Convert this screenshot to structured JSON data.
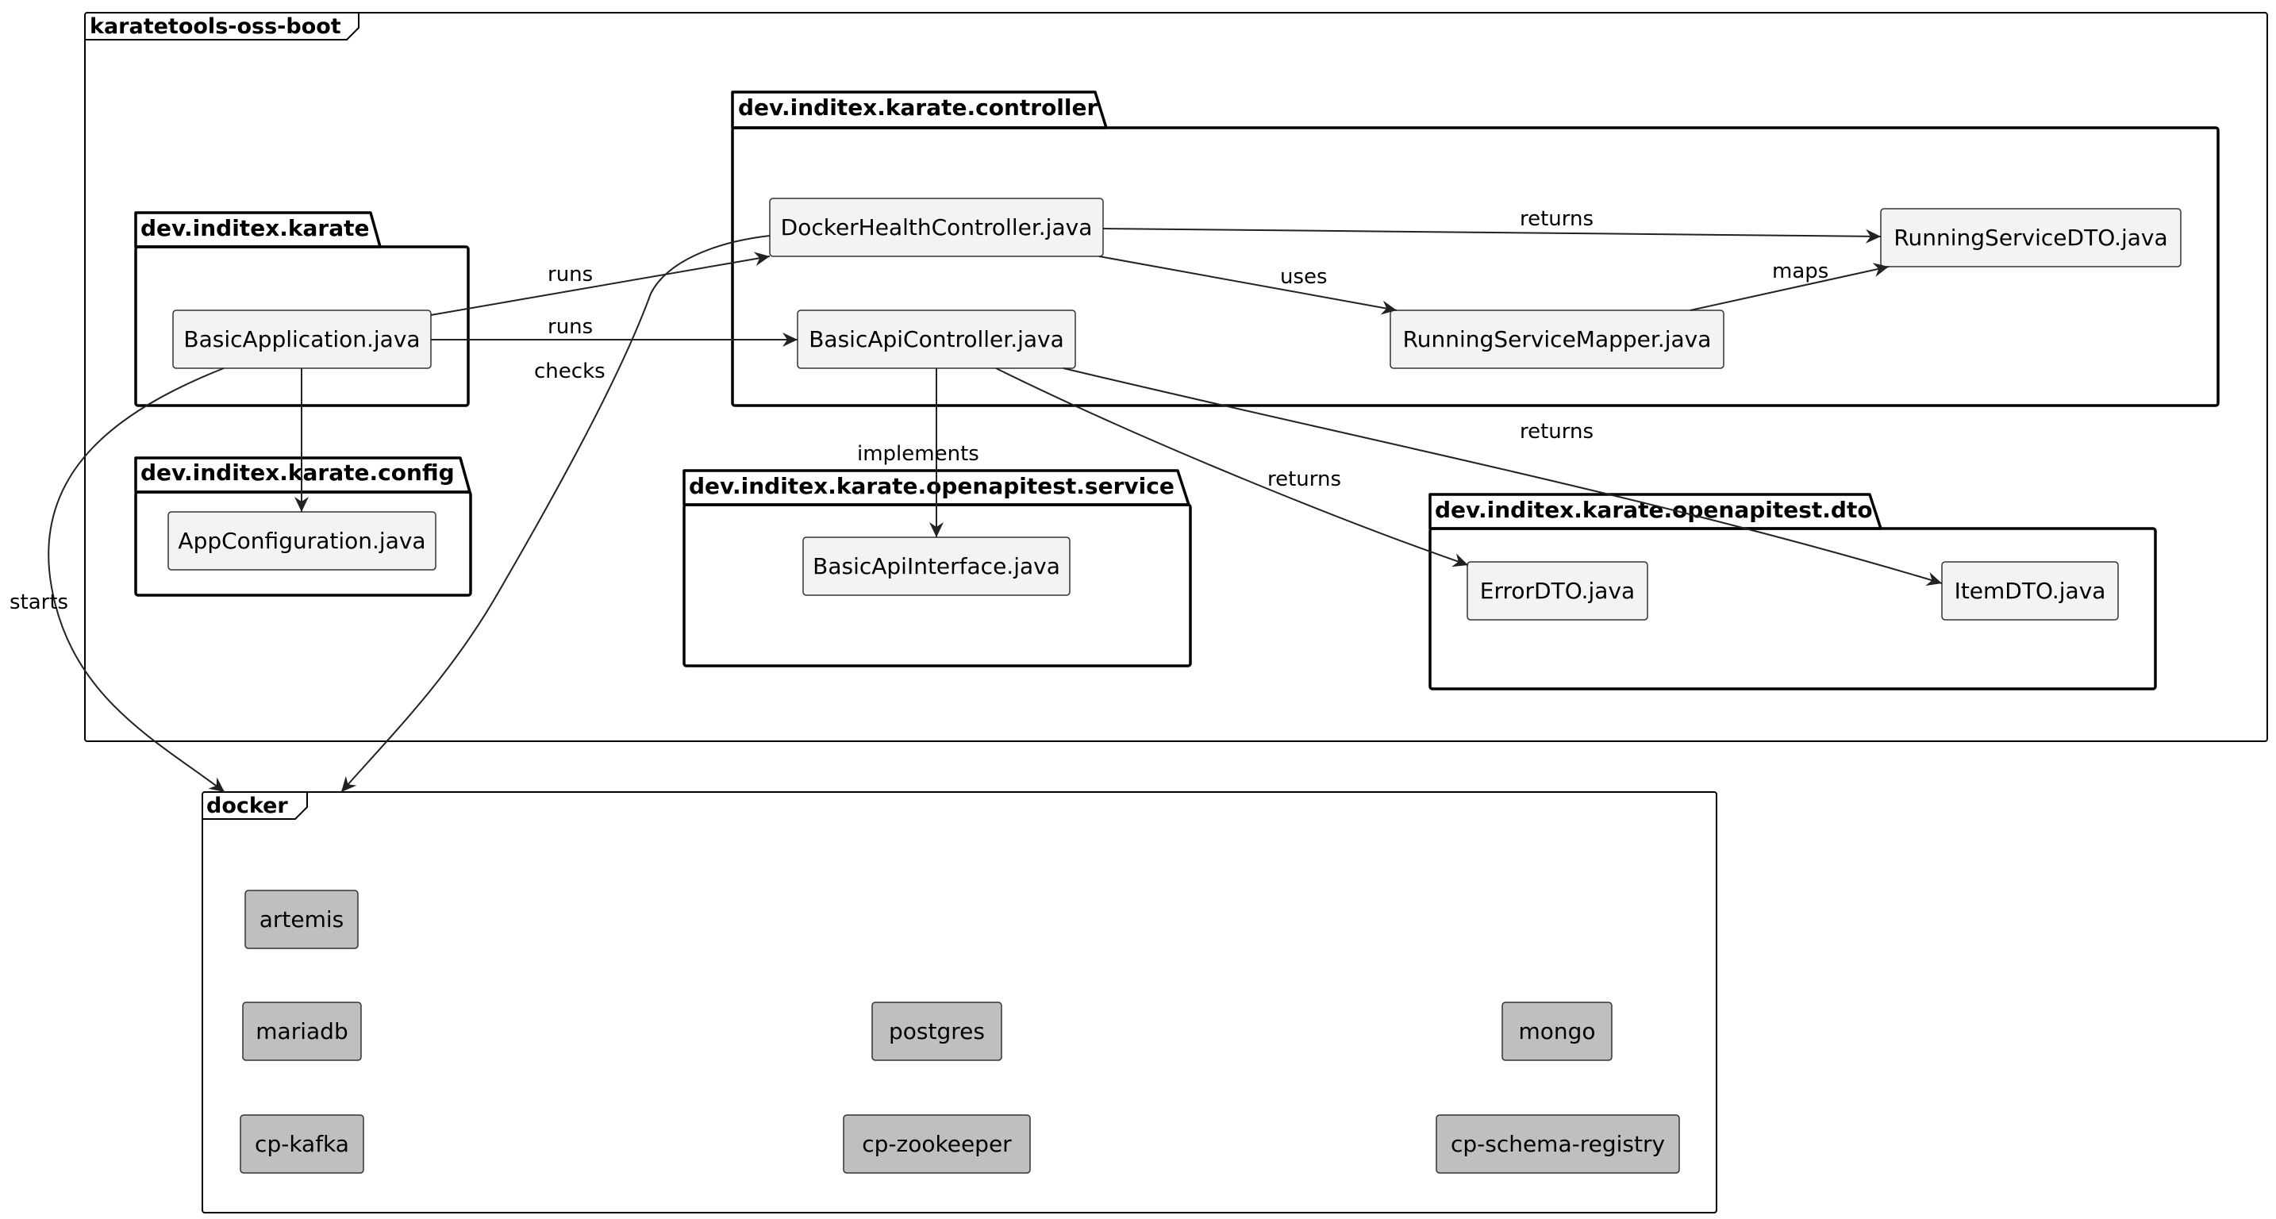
{
  "frames": {
    "app": "karatetools-oss-boot",
    "docker": "docker"
  },
  "packages": {
    "karate": "dev.inditex.karate",
    "config": "dev.inditex.karate.config",
    "controller": "dev.inditex.karate.controller",
    "service": "dev.inditex.karate.openapitest.service",
    "dto": "dev.inditex.karate.openapitest.dto"
  },
  "classes": {
    "basic_application": "BasicApplication.java",
    "app_configuration": "AppConfiguration.java",
    "docker_health_controller": "DockerHealthController.java",
    "basic_api_controller": "BasicApiController.java",
    "running_service_dto": "RunningServiceDTO.java",
    "running_service_mapper": "RunningServiceMapper.java",
    "basic_api_interface": "BasicApiInterface.java",
    "error_dto": "ErrorDTO.java",
    "item_dto": "ItemDTO.java"
  },
  "services": {
    "artemis": "artemis",
    "mariadb": "mariadb",
    "postgres": "postgres",
    "mongo": "mongo",
    "cp_kafka": "cp-kafka",
    "cp_zookeeper": "cp-zookeeper",
    "cp_schema_registry": "cp-schema-registry"
  },
  "edges": {
    "runs_docker": "runs",
    "runs_api": "runs",
    "starts": "starts",
    "checks": "checks",
    "returns_running": "returns",
    "uses": "uses",
    "maps": "maps",
    "implements": "implements",
    "returns_error": "returns",
    "returns_item": "returns"
  },
  "colors": {
    "class_fill": "#f3f3f3",
    "service_fill": "#bfbfbf",
    "line": "#000000"
  }
}
